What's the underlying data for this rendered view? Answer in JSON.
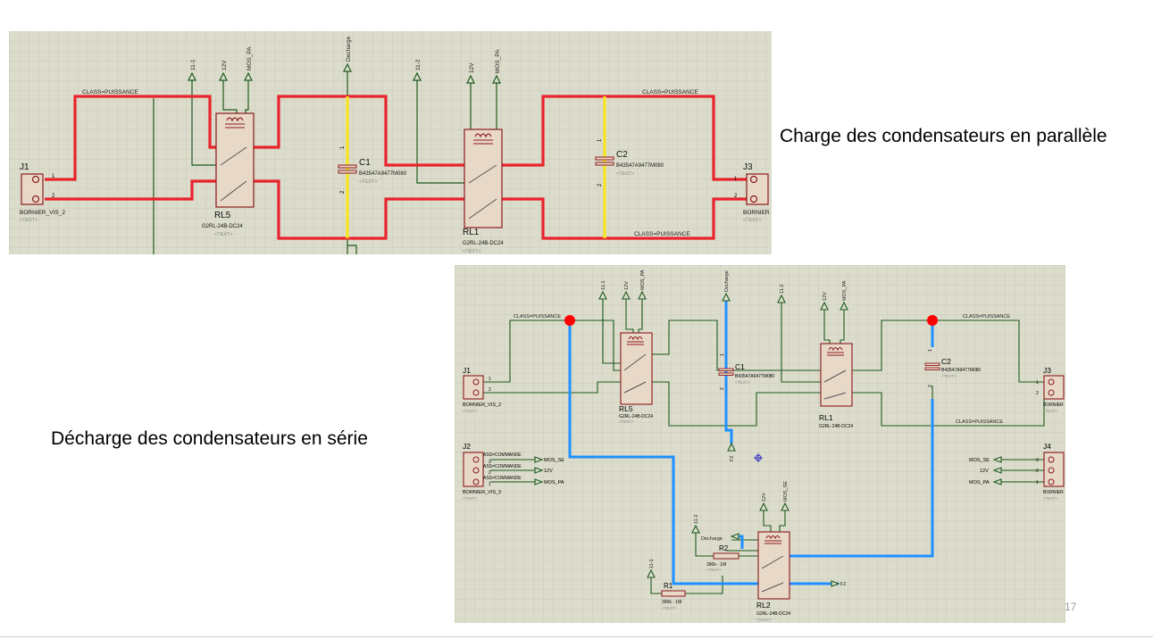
{
  "captions": {
    "top": "Charge des condensateurs en parallèle",
    "bottom": "Décharge des condensateurs en série"
  },
  "slide_number": "17",
  "colors": {
    "grid_bg": "#dcdccc",
    "grid_line": "#c8c8b6",
    "wire_green": "#1c5a1c",
    "wire_red": "#e8232c",
    "wire_yellow": "#f5e61e",
    "wire_blue": "#1e90ff",
    "component": "#8b1a1a",
    "junction_red": "#ff0000"
  },
  "top_schematic": {
    "net_labels": [
      "11-1",
      "12V",
      "MOS_PA",
      "Decharge",
      "11-2",
      "12V",
      "MOS_PA"
    ],
    "class_labels": [
      "CLASS=PUISSANCE",
      "CLASS=PUISSANCE",
      "CLASS=PUISSANCE"
    ],
    "j1": {
      "ref": "J1",
      "type": "BORNIER_VIS_2",
      "text": "<TEXT>",
      "pins": [
        "1",
        "2"
      ]
    },
    "j3": {
      "ref": "J3",
      "type": "BORNIER",
      "text": "<TEXT>",
      "pins": [
        "1",
        "2"
      ]
    },
    "rl5": {
      "ref": "RL5",
      "type": "G2RL-24B-DC24",
      "text": "<TEXT>"
    },
    "rl1": {
      "ref": "RL1",
      "type": "G2RL-24B-DC24",
      "text": "<TEXT>"
    },
    "c1": {
      "ref": "C1",
      "type": "B43547A9477M080",
      "text": "<TEXT>",
      "pin_top": "1",
      "pin_bottom": "2"
    },
    "c2": {
      "ref": "C2",
      "type": "B43547A9477M080",
      "text": "<TEXT>",
      "pin_top": "1",
      "pin_bottom": "2"
    }
  },
  "bottom_schematic": {
    "net_labels": [
      "11-1",
      "12V",
      "MOS_PA",
      "Decharge",
      "11-2",
      "12V",
      "MOS_PA",
      "F2",
      "12V",
      "MOS_SE",
      "11-2",
      "Decharge",
      "11-1",
      "F2"
    ],
    "class_labels": [
      "CLASS=PUISSANCE",
      "CLASS=PUISSANCE",
      "CLASS=PUISSANCE"
    ],
    "j1": {
      "ref": "J1",
      "type": "BORNIER_VIS_2",
      "text": "<TEXT>",
      "pins": [
        "1",
        "2"
      ]
    },
    "j2": {
      "ref": "J2",
      "type": "BORNIER_VIS_3",
      "text": "<TEXT>",
      "pins": [
        "3",
        "2",
        "1"
      ],
      "class_labels": [
        "ASS=COMMANDE",
        "ASS=COMMANDE",
        "ASS=COMMANDE"
      ],
      "nets": [
        "MOS_SE",
        "12V",
        "MOS_PA"
      ]
    },
    "j3": {
      "ref": "J3",
      "type": "BORNIER",
      "text": "<TEXT>",
      "pins": [
        "1",
        "2"
      ]
    },
    "j4": {
      "ref": "J4",
      "type": "BORNIER",
      "text": "<TEXT>",
      "pins": [
        "3",
        "2",
        "1"
      ],
      "nets": [
        "MOS_SE",
        "12V",
        "MOS_PA"
      ]
    },
    "rl5": {
      "ref": "RL5",
      "type": "G2RL-24B-DC24",
      "text": "<TEXT>"
    },
    "rl1": {
      "ref": "RL1",
      "type": "G2RL-24B-DC24",
      "text": "<TEXT>"
    },
    "rl2": {
      "ref": "RL2",
      "type": "G2RL-24B-DC24",
      "text": "<TEXT>"
    },
    "c1": {
      "ref": "C1",
      "type": "B43547A9477M080",
      "text": "<TEXT>",
      "pin_top": "1",
      "pin_bottom": "2"
    },
    "c2": {
      "ref": "C2",
      "type": "B43547A9477M080",
      "text": "<TEXT>",
      "pin_top": "1",
      "pin_bottom": "2"
    },
    "r1": {
      "ref": "R1",
      "value": "390k - 1M",
      "text": "<TEXT>"
    },
    "r2": {
      "ref": "R2",
      "value": "390k - 1M",
      "text": "<TEXT>"
    }
  }
}
